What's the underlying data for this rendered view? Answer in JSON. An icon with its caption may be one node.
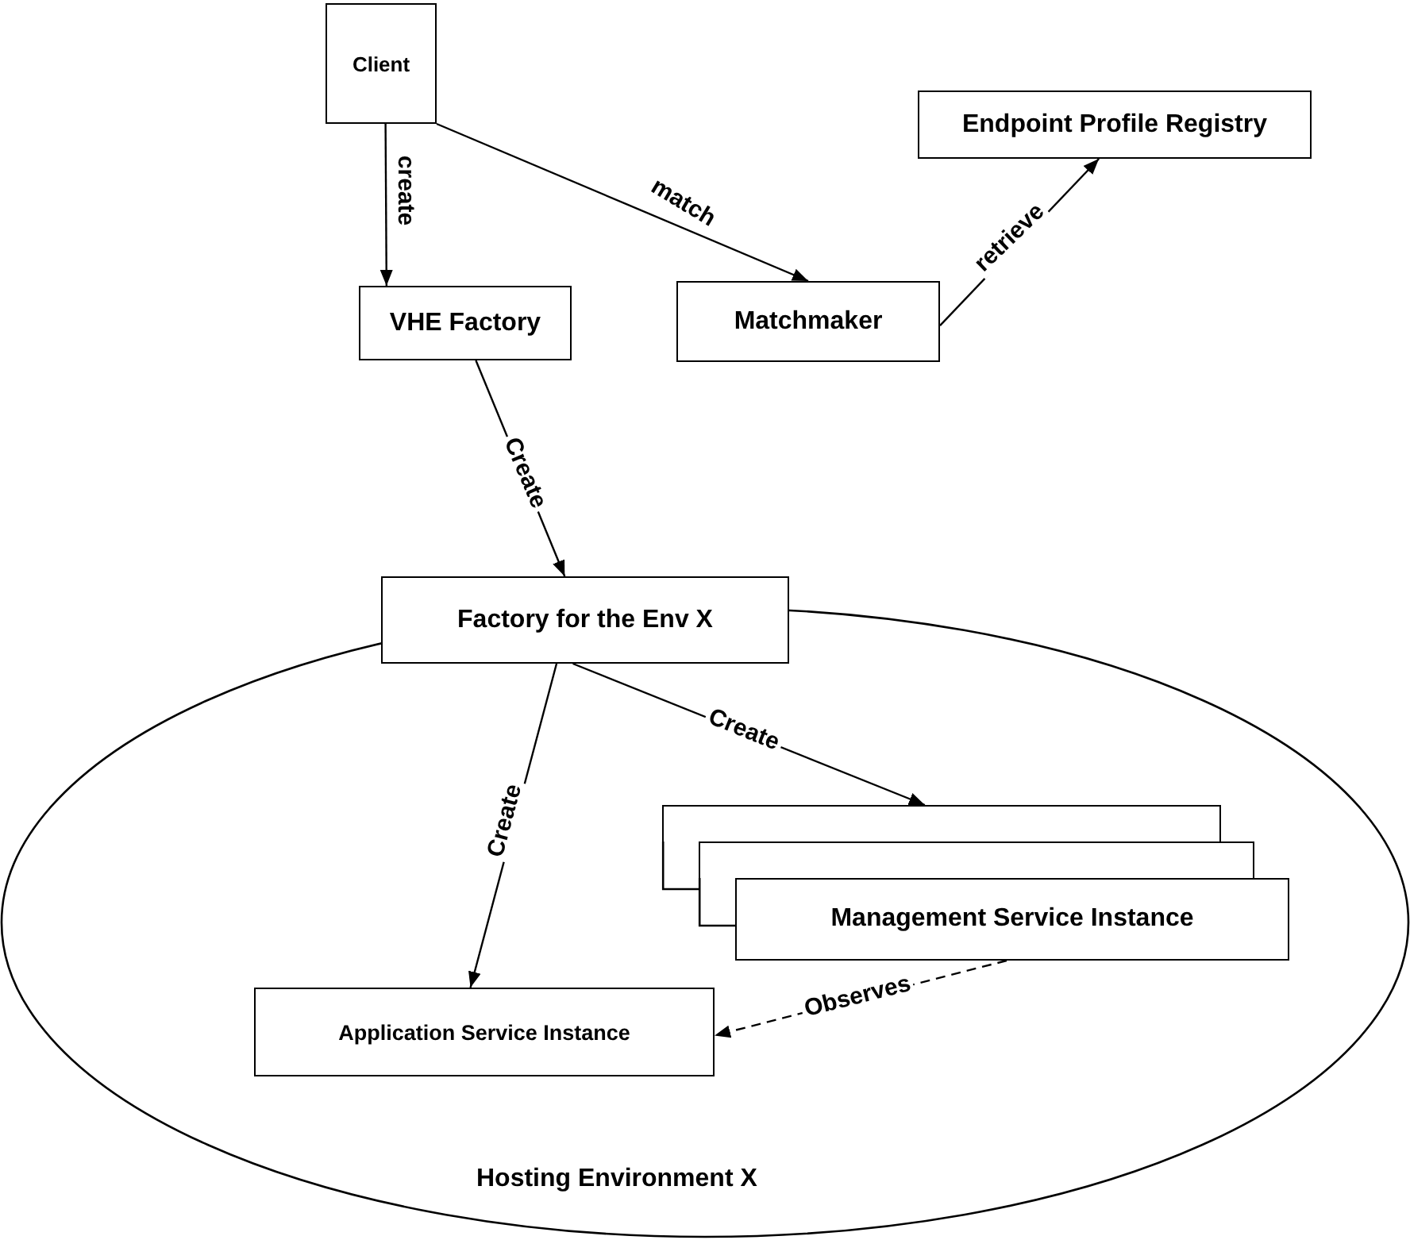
{
  "diagram": {
    "nodes": [
      {
        "text": [
          "Client"
        ]
      },
      {
        "text": [
          "Endpoint Profile Registry"
        ]
      },
      {
        "text": [
          "VHE Factory"
        ]
      },
      {
        "text": [
          "Matchmaker"
        ]
      },
      {
        "text": [
          "Hosting Environment X"
        ]
      },
      {
        "text": [
          "Factory for the Env X"
        ]
      },
      {
        "text": [],
        "shape": "box",
        "in": 4
      },
      {
        "text": [],
        "shape": "box",
        "in": 4
      },
      {
        "text": [
          "Management Service Instance"
        ],
        "in": 4
      },
      {
        "text": [
          "Application Service Instance"
        ],
        "in": 4
      }
    ],
    "edges": [
      {
        "from": 0,
        "to": 2,
        "arrow": "to",
        "label": "create"
      },
      {
        "from": 0,
        "to": 3,
        "arrow": "to",
        "label": "match"
      },
      {
        "from": 3,
        "to": 1,
        "arrow": "to",
        "label": "retrieve"
      },
      {
        "from": 2,
        "to": 5,
        "arrow": "to",
        "label": "Create"
      },
      {
        "from": 5,
        "to": 6,
        "arrow": "to",
        "label": "Create"
      },
      {
        "from": 5,
        "to": 9,
        "arrow": "to",
        "label": "Create"
      },
      {
        "from": 8,
        "to": 9,
        "arrow": "to",
        "label": "Observes",
        "style": "dashed"
      }
    ]
  }
}
